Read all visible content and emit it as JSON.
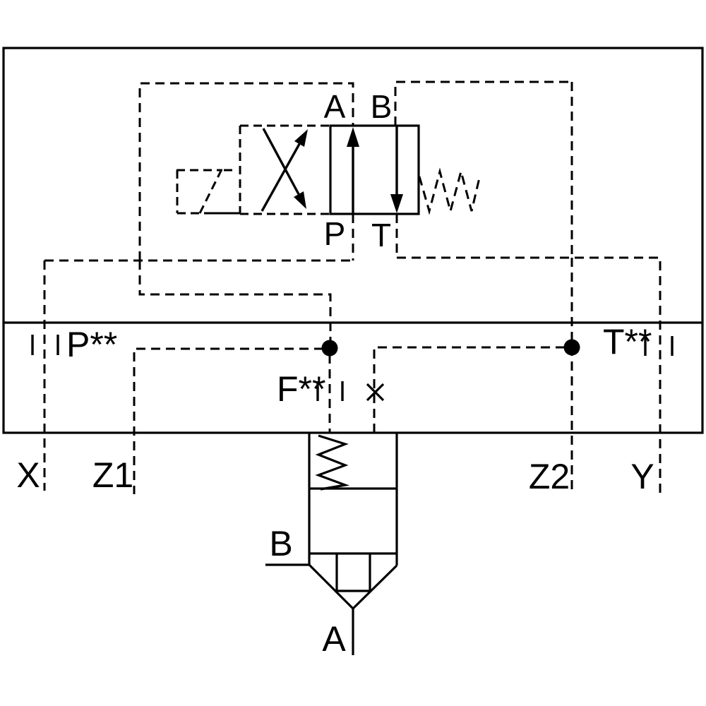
{
  "diagram": {
    "type": "hydraulic-schematic",
    "description": "Control cover plate with pilot-operated directional valve and logic cartridge insert",
    "colors": {
      "line": "#000000",
      "background": "#ffffff"
    },
    "pilot_valve": {
      "ports": {
        "a": "A",
        "b": "B",
        "p": "P",
        "t": "T"
      },
      "components": [
        "solenoid",
        "crossed-position",
        "parallel-position-arrows",
        "return-spring"
      ]
    },
    "plate_ports": {
      "p": "P**",
      "t": "T**",
      "f": "F**",
      "x": "X",
      "z1": "Z1",
      "z2": "Z2",
      "y": "Y"
    },
    "cartridge_ports": {
      "b": "B",
      "a": "A"
    }
  }
}
